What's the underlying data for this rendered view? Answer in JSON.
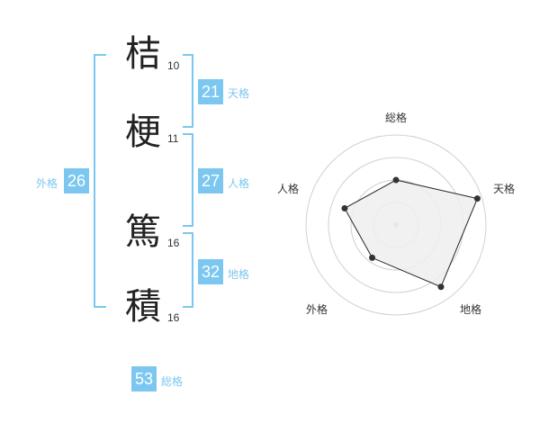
{
  "characters": [
    {
      "char": "桔",
      "strokes": "10"
    },
    {
      "char": "梗",
      "strokes": "11"
    },
    {
      "char": "篤",
      "strokes": "16"
    },
    {
      "char": "積",
      "strokes": "16"
    }
  ],
  "fortunes": {
    "tenkaku": {
      "label": "天格",
      "value": "21"
    },
    "jinkaku": {
      "label": "人格",
      "value": "27"
    },
    "chikaku": {
      "label": "地格",
      "value": "32"
    },
    "gaikaku": {
      "label": "外格",
      "value": "26"
    },
    "soukaku": {
      "label": "総格",
      "value": "53"
    }
  },
  "chart_data": {
    "type": "radar",
    "axes": [
      "総格",
      "天格",
      "地格",
      "外格",
      "人格"
    ],
    "values": [
      0.5,
      0.95,
      0.85,
      0.45,
      0.6
    ],
    "rings": 4,
    "colors": {
      "fill": "#efefef",
      "line": "#222222",
      "ring": "#d0d0d0"
    }
  },
  "colors": {
    "accent": "#7cc7f0"
  }
}
